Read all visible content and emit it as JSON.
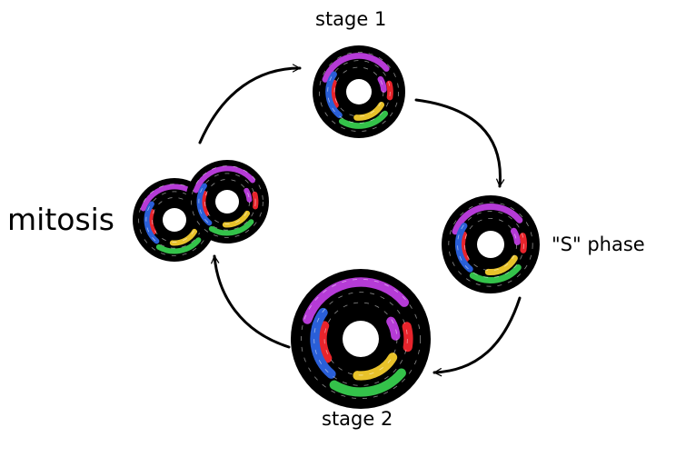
{
  "labels": {
    "stage1": "stage 1",
    "s_phase": "\"S\" phase",
    "stage2": "stage 2",
    "mitosis": "mitosis"
  },
  "colors": {
    "purple": "#b53bd6",
    "red": "#e8242c",
    "blue": "#2a5fd8",
    "green": "#34c24a",
    "yellow": "#e8c22a",
    "ink": "#000000",
    "background": "#ffffff"
  }
}
